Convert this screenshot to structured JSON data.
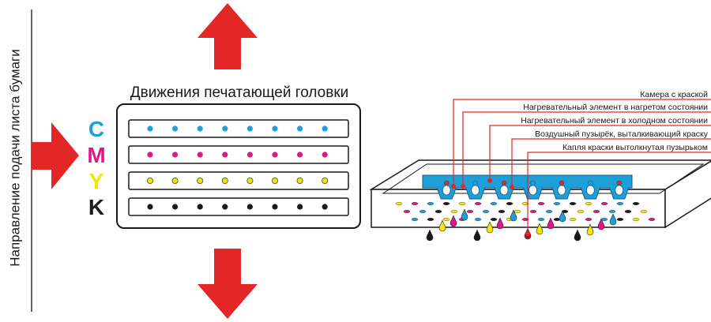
{
  "left_label": "Направление подачи листа бумаги",
  "head_title": "Движения печатающей головки",
  "channels": [
    {
      "letter": "C",
      "color": "#1e9fd8"
    },
    {
      "letter": "M",
      "color": "#e0168a"
    },
    {
      "letter": "Y",
      "color": "#f4e600"
    },
    {
      "letter": "K",
      "color": "#1a1a1a"
    }
  ],
  "nozzles_per_row": 8,
  "arrow_color": "#e32626",
  "callout_color": "#e32626",
  "callouts": [
    "Камера с краской",
    "Нагревательный элемент в нагретом состоянии",
    "Нагревательный элемент в холодном состоянии",
    "Воздушный пузырёк, выталкивающий краску",
    "Капля краски вытолкнутая пузырьком"
  ]
}
